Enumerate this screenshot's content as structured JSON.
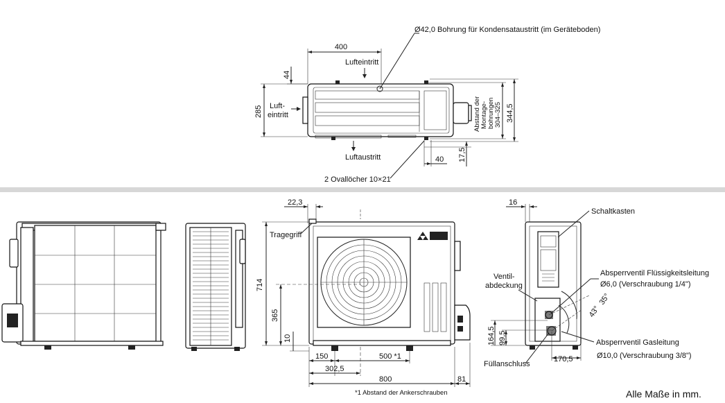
{
  "top_view": {
    "hole_label": "Ø42,0 Bohrung für Kondensataustritt (im Geräteboden)",
    "dim_width": "400",
    "dim_44": "44",
    "dim_285": "285",
    "air_in_top": "Lufteintritt",
    "air_in_side_1": "Luft-",
    "air_in_side_2": "eintritt",
    "air_out": "Luftaustritt",
    "mount_1": "Abstand der",
    "mount_2": "Montage-",
    "mount_3": "bohrungen",
    "mount_4": "304–325",
    "dim_344_5": "344,5",
    "dim_17_5": "17,5",
    "dim_40": "40",
    "oval_holes": "2 Ovallöcher 10×21"
  },
  "front_view": {
    "dim_22_3": "22,3",
    "handle": "Tragegriff",
    "dim_714": "714",
    "dim_365": "365",
    "dim_10": "10",
    "dim_150": "150",
    "dim_500": "500 *1",
    "dim_302_5": "302,5",
    "dim_800": "800",
    "dim_81": "81",
    "footnote": "*1 Abstand der Ankerschrauben"
  },
  "side_view": {
    "dim_16": "16",
    "switch_box": "Schaltkasten",
    "valve_cover_1": "Ventil-",
    "valve_cover_2": "abdeckung",
    "liquid_valve": "Absperrventil Flüssigkeitsleitung",
    "liquid_size": "Ø6,0 (Verschraubung 1/4\")",
    "angle_35": "35°",
    "angle_43": "43°",
    "dim_164_5": "164,5",
    "dim_99_5": "99,5",
    "gas_valve": "Absperrventil Gasleitung",
    "gas_size": "Ø10,0 (Verschraubung 3/8\")",
    "fill_port": "Füllanschluss",
    "dim_170_5": "170,5"
  },
  "units_note": "Alle Maße in mm."
}
